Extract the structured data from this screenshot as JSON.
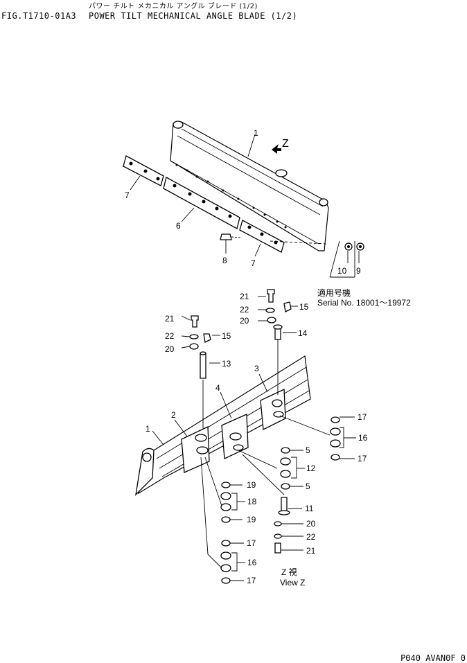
{
  "header": {
    "fig_id": "FIG.T1710-01A3",
    "title_jp": "パワー チルト メカニカル アングル ブレード (1/2)",
    "title_en": "POWER TILT MECHANICAL ANGLE BLADE (1/2)"
  },
  "view_marker": "Z",
  "serial_note": {
    "jp": "適用号機",
    "en": "Serial No. 18001～19972"
  },
  "view_label": {
    "jp": "Z 視",
    "en": "View Z"
  },
  "callouts": {
    "c1_top": "1",
    "c7_left": "7",
    "c6": "6",
    "c8": "8",
    "c7_bottom": "7",
    "c10": "10",
    "c9": "9",
    "c21_right": "21",
    "c22_right": "22",
    "c20_right": "20",
    "c15_right": "15",
    "c14": "14",
    "c21_left": "21",
    "c22_left": "22",
    "c15_left": "15",
    "c20_left": "20",
    "c13": "13",
    "c3": "3",
    "c4": "4",
    "c2": "2",
    "c1_bottom": "1",
    "c17_r_top": "17",
    "c16_r": "16",
    "c17_r_bot": "17",
    "c5_top": "5",
    "c12": "12",
    "c5_bot": "5",
    "c19_top": "19",
    "c18": "18",
    "c19_bot": "19",
    "c11": "11",
    "c20_low": "20",
    "c22_low": "22",
    "c21_low": "21",
    "c17_low_top": "17",
    "c16_low": "16",
    "c17_low_bot": "17"
  },
  "page_code": "P040 AVAN0F 0"
}
